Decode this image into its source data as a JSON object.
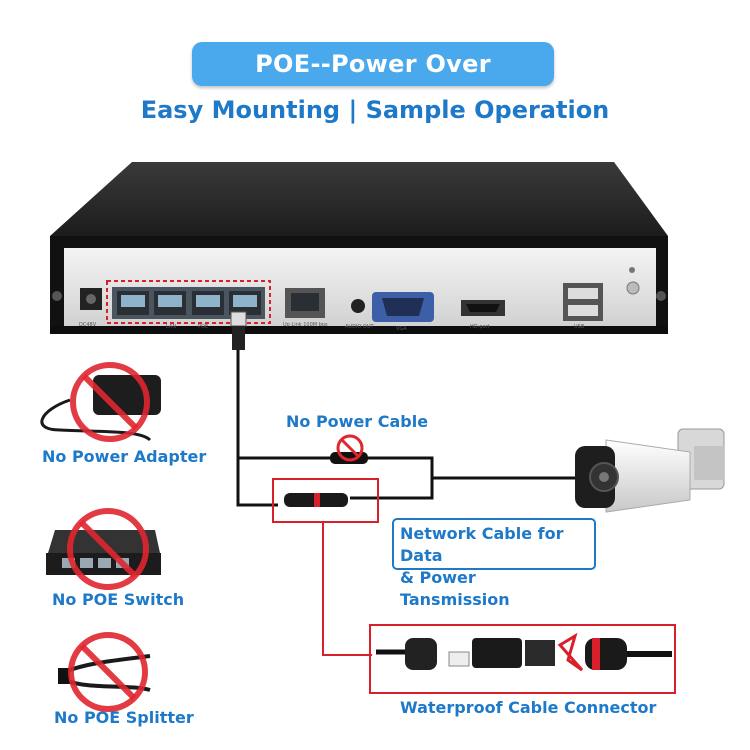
{
  "header": {
    "title": "POE--Power Over Ethernet",
    "subtitle": "Easy Mounting | Sample Operation"
  },
  "labels": {
    "no_power_cable": "No Power Cable",
    "no_power_adapter": "No Power Adapter",
    "no_poe_switch": "No POE Switch",
    "no_poe_splitter": "No POE Splitter",
    "network_cable_line1": "Network Cable for Data",
    "network_cable_line2": "& Power Tansmission",
    "waterproof_connector": "Waterproof Cable Connector"
  },
  "nvr_panel": {
    "dc_port": "DC48V",
    "lan_port": "LAN",
    "poe_port": "POE",
    "uplink_port": "Up Link 100M bps",
    "audio_port": "AUDIO OUT",
    "vga_port": "VGA",
    "hdmi_port": "HD-port",
    "usb_port": "USB"
  },
  "colors": {
    "accent_blue": "#1e79c8",
    "title_fill": "#4aa8ec",
    "highlight_red": "#d9202a",
    "prohibit_red": "#e0262f"
  },
  "icons": {
    "prohibit": "no-entry-circle-slash",
    "camera": "bullet-camera",
    "nvr": "network-video-recorder"
  }
}
